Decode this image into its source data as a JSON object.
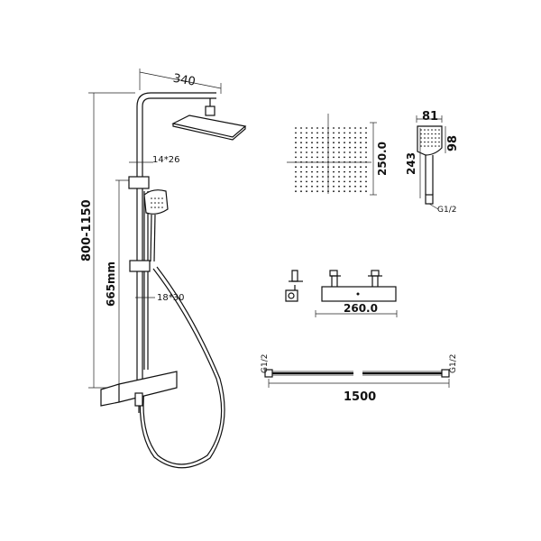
{
  "dimensions": {
    "arm_length": "340",
    "total_height": "800-1150",
    "bar_height": "665mm",
    "top_clamp": "14*26",
    "lower_clamp": "18*30",
    "head_width": "250.0",
    "hand_width": "81",
    "hand_head_height": "98",
    "hand_length": "243",
    "hand_thread": "G1/2",
    "valve_width": "260.0",
    "hose_thread_left": "G1/2",
    "hose_thread_right": "G1/2",
    "hose_length": "1500"
  },
  "colors": {
    "line": "#111111",
    "background": "#ffffff"
  }
}
